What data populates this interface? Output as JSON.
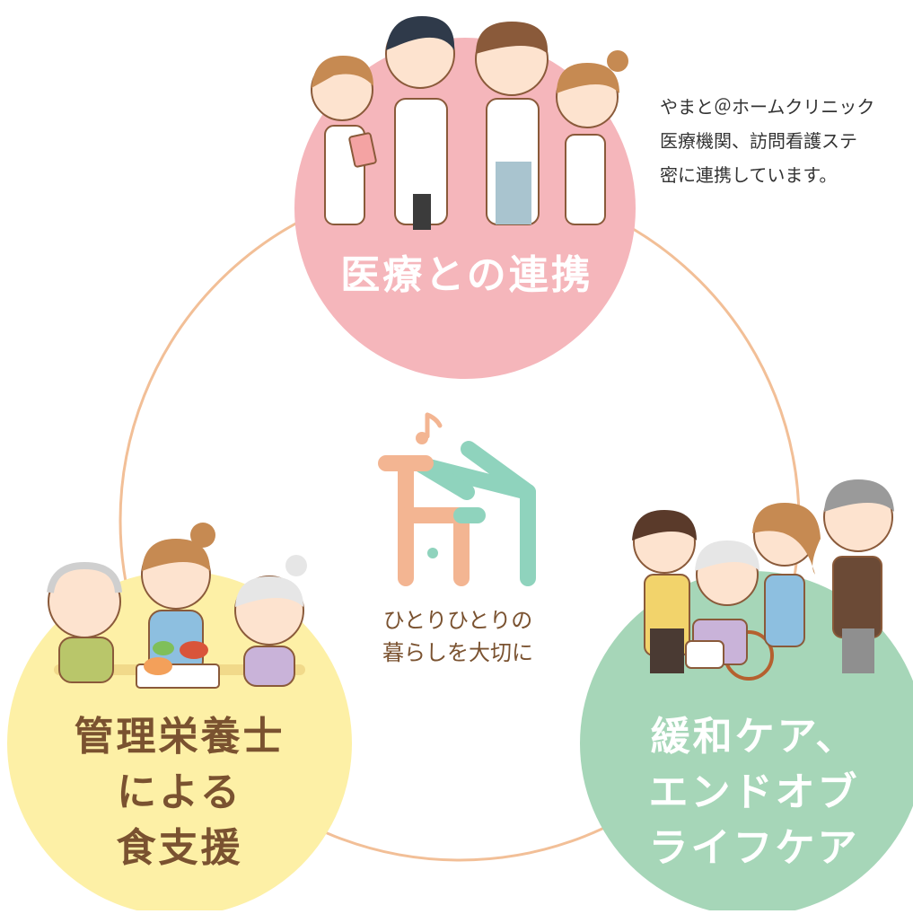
{
  "circles": {
    "medical": {
      "label": "医療との連携",
      "color": "#f5b6bb"
    },
    "nutrition": {
      "lines": [
        "管理栄養士",
        "による",
        "食支援"
      ],
      "color": "#fdf0a6"
    },
    "palliative": {
      "lines": [
        "緩和ケア、",
        "エンドオブ",
        "ライフケア"
      ],
      "color": "#a6d6b8"
    }
  },
  "side_text": {
    "lines": [
      "やまと＠ホームクリニック",
      "医療機関、訪問看護ステ",
      "密に連携しています。"
    ]
  },
  "center": {
    "tagline_lines": [
      "ひとりひとりの",
      "暮らしを大切に"
    ]
  },
  "colors": {
    "ring": "#f2bf97",
    "logo_peach": "#f3b592",
    "logo_teal": "#8fd3bd",
    "text_brown": "#7a5230",
    "hair_brown": "#8a5a3a",
    "skin": "#fde3cf"
  }
}
